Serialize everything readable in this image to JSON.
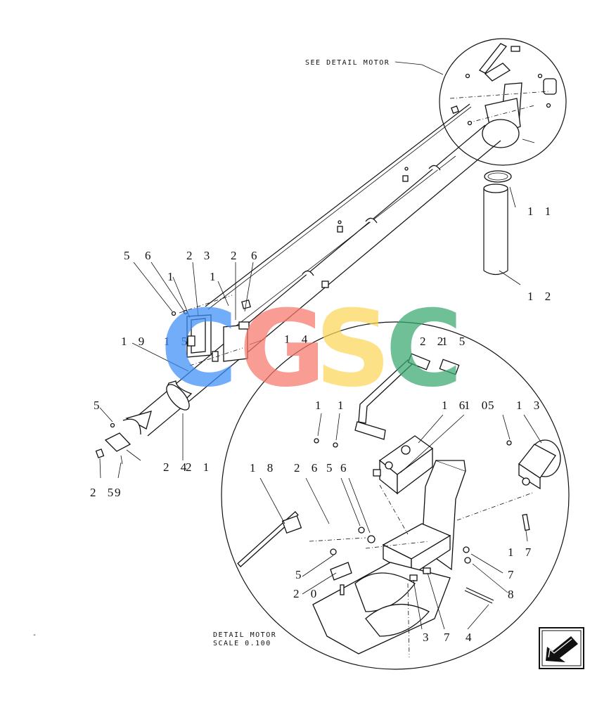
{
  "notes": {
    "see_detail": "SEE DETAIL MOTOR",
    "detail_title": "DETAIL MOTOR",
    "detail_scale": "SCALE 0.100"
  },
  "watermark": {
    "letters": [
      "C",
      "G",
      "S",
      "C"
    ],
    "colors": [
      "#3d8ef8",
      "#f6776b",
      "#fdd65a",
      "#3aa870"
    ]
  },
  "labels": [
    "1 1",
    "1 2",
    "5",
    "6",
    "2 3",
    "2",
    "6",
    "1",
    "1",
    "1 9",
    "1 5",
    "1 4",
    "2 2",
    "1 5",
    "5",
    "2 4",
    "2 1",
    "2 5",
    "9",
    "1",
    "1",
    "1 6",
    "1 0",
    "5",
    "1 3",
    "1 8",
    "2 6",
    "5",
    "6",
    "1 7",
    "5",
    "7",
    "2 0",
    "8",
    "3",
    "7",
    "4"
  ],
  "nav_button": {
    "icon": "arrow-back-icon"
  }
}
